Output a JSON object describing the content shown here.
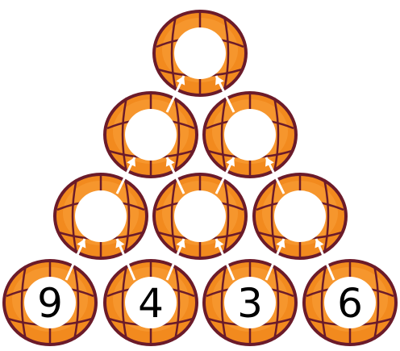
{
  "puzzle": {
    "bottom_row": [
      "9",
      "4",
      "3",
      "6"
    ],
    "row_3": [
      "",
      "",
      ""
    ],
    "row_2": [
      "",
      ""
    ],
    "top": [
      ""
    ]
  },
  "colors": {
    "ball_orange": "#F28A1E",
    "ball_light": "#F9A03A",
    "ball_outline": "#6B1B2A",
    "seam": "#6B1B2A",
    "arrow": "#ffffff"
  },
  "icons": [
    "basketball-icon",
    "arrow-up-icon"
  ]
}
